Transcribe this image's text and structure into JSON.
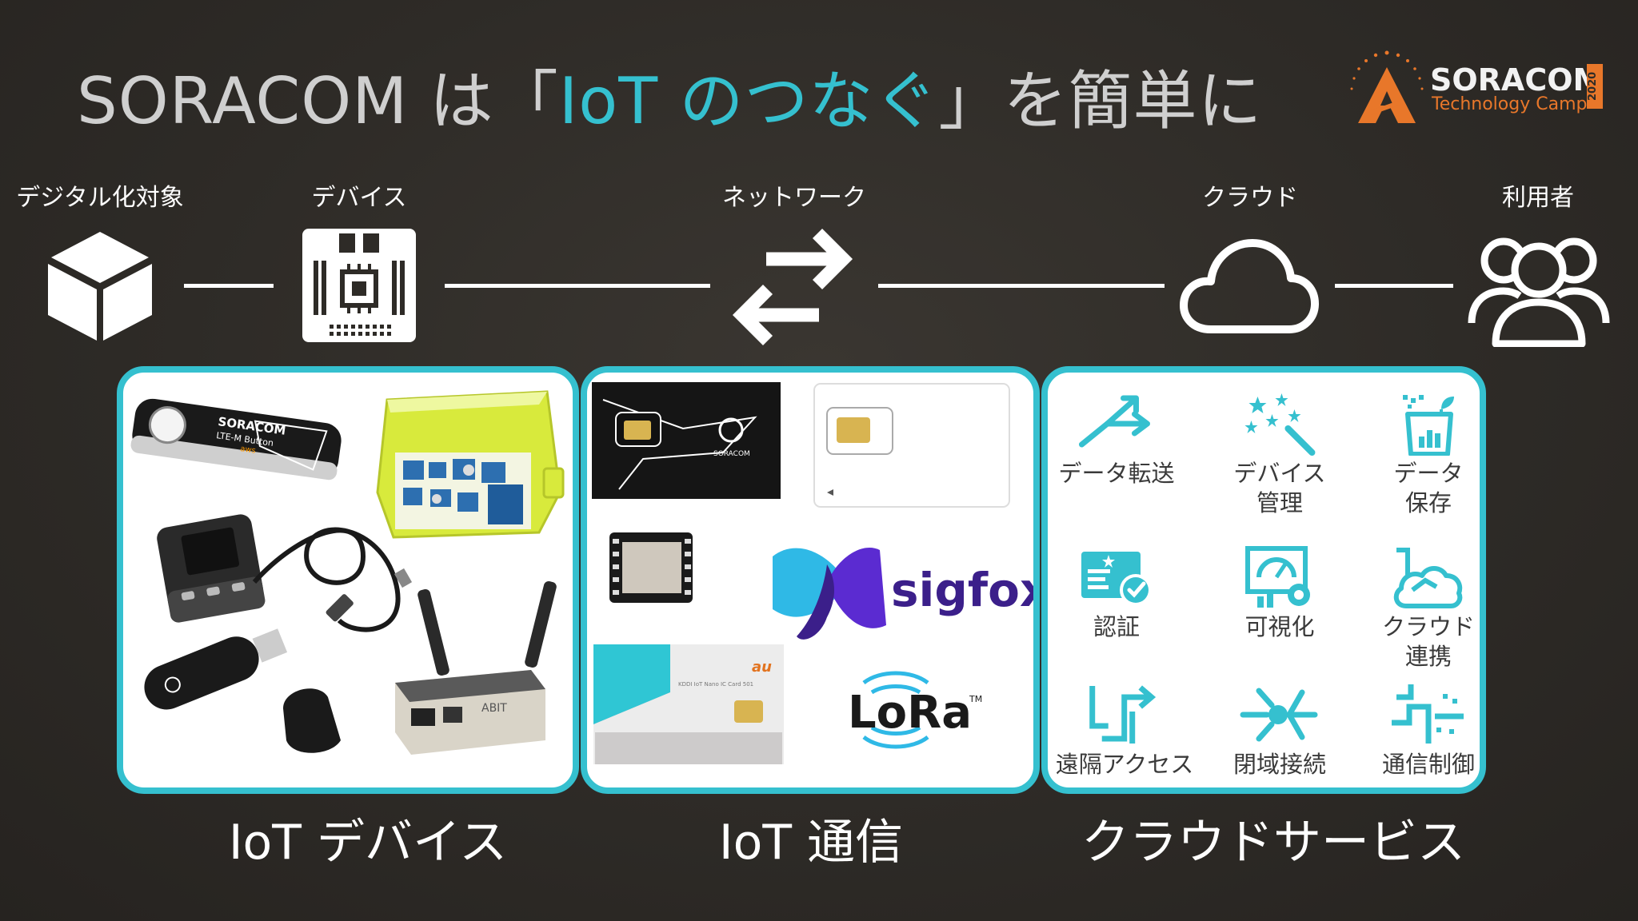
{
  "title": {
    "prefix": "SORACOM は「",
    "highlight": "IoT のつなぐ",
    "suffix": "」を簡単に"
  },
  "logo": {
    "brand": "SORACOM",
    "sub": "Technology Camp",
    "year": "2020"
  },
  "flow": {
    "digital_target": "デジタル化対象",
    "device": "デバイス",
    "network": "ネットワーク",
    "cloud": "クラウド",
    "user": "利用者"
  },
  "devices_panel": {
    "button_text": "SORACOM",
    "button_sub": "LTE-M Button",
    "button_brand": "aws",
    "router_brand": "ABIT"
  },
  "comm_panel": {
    "sim_brand": "SORACOM",
    "sigfox": "sigfox",
    "lora": "LoRa",
    "lora_tm": "TM",
    "au": "au",
    "au_card": "KDDI IoT Nano IC Card 501"
  },
  "services": [
    {
      "label1": "データ転送",
      "label2": "",
      "icon": "data-transfer-icon"
    },
    {
      "label1": "デバイス",
      "label2": "管理",
      "icon": "device-management-icon"
    },
    {
      "label1": "データ",
      "label2": "保存",
      "icon": "data-storage-icon"
    },
    {
      "label1": "認証",
      "label2": "",
      "icon": "authentication-icon"
    },
    {
      "label1": "可視化",
      "label2": "",
      "icon": "visualization-icon"
    },
    {
      "label1": "クラウド",
      "label2": "連携",
      "icon": "cloud-integration-icon"
    },
    {
      "label1": "遠隔アクセス",
      "label2": "",
      "icon": "remote-access-icon"
    },
    {
      "label1": "閉域接続",
      "label2": "",
      "icon": "closed-network-icon"
    },
    {
      "label1": "通信制御",
      "label2": "",
      "icon": "communication-control-icon"
    }
  ],
  "captions": {
    "devices": "IoT デバイス",
    "comm": "IoT 通信",
    "cloud_services": "クラウドサービス"
  },
  "colors": {
    "accent": "#35c0cf",
    "background": "#2e2b27",
    "orange": "#e8772a",
    "sigfox_purple": "#3b1f8a"
  }
}
